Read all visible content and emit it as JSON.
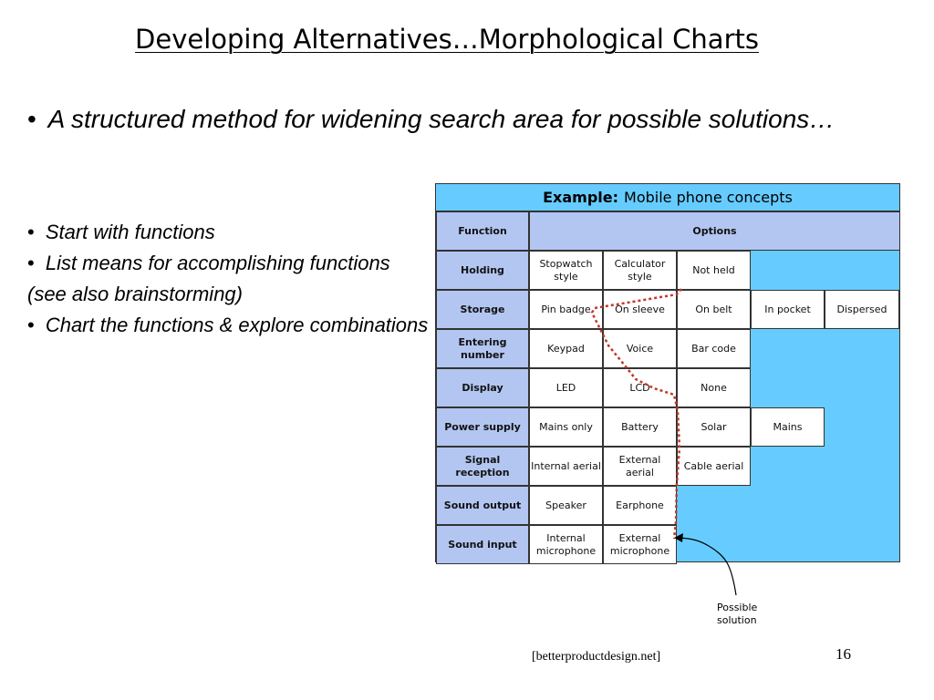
{
  "slide": {
    "title": "Developing Alternatives…Morphological Charts",
    "main_bullet": "A structured method for widening search area for possible solutions…",
    "sub_bullets": [
      "Start with functions",
      "List means for accomplishing functions (see also brainstorming)",
      "Chart the functions & explore combinations"
    ],
    "bullet_symbol": "•",
    "source": "[betterproductdesign.net]",
    "page_number": "16"
  },
  "chart": {
    "title_bold": "Example:",
    "title_rest": "Mobile phone concepts",
    "function_header": "Function",
    "options_header": "Options",
    "rows": [
      {
        "function": "Holding",
        "options": [
          "Stopwatch style",
          "Calculator style",
          "Not held"
        ]
      },
      {
        "function": "Storage",
        "options": [
          "Pin badge",
          "On sleeve",
          "On belt",
          "In pocket",
          "Dispersed"
        ]
      },
      {
        "function": "Entering number",
        "options": [
          "Keypad",
          "Voice",
          "Bar code"
        ]
      },
      {
        "function": "Display",
        "options": [
          "LED",
          "LCD",
          "None"
        ]
      },
      {
        "function": "Power supply",
        "options": [
          "Mains only",
          "Battery",
          "Solar",
          "Mains"
        ]
      },
      {
        "function": "Signal reception",
        "options": [
          "Internal aerial",
          "External aerial",
          "Cable aerial"
        ]
      },
      {
        "function": "Sound output",
        "options": [
          "Speaker",
          "Earphone"
        ]
      },
      {
        "function": "Sound input",
        "options": [
          "Internal microphone",
          "External microphone"
        ]
      }
    ],
    "callout_label": "Possible solution",
    "colors": {
      "background": "#66ccff",
      "header": "#b3c6f2",
      "path": "#c0392b"
    }
  }
}
